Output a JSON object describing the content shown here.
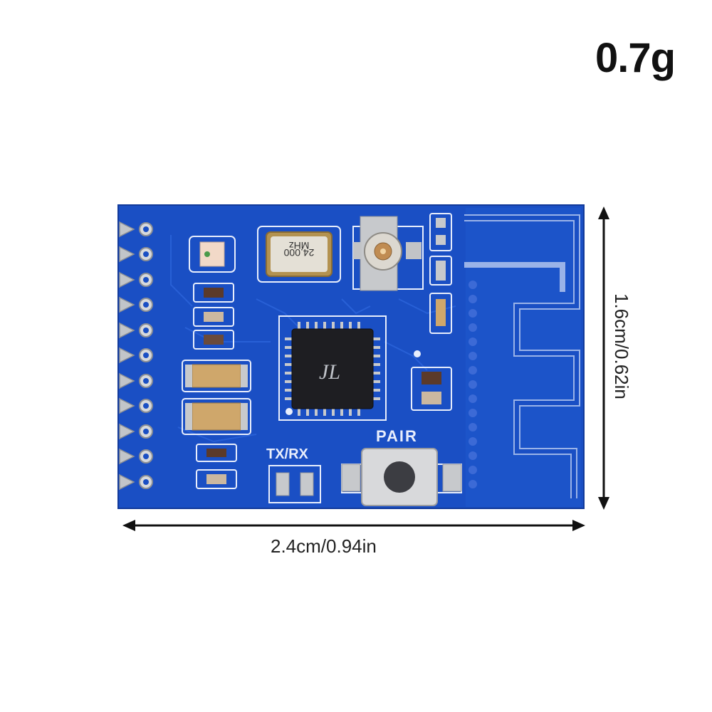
{
  "product": {
    "weight": "0.7g",
    "width_label": "2.4cm/0.94in",
    "height_label": "1.6cm/0.62in"
  },
  "board": {
    "silkscreen_pair": "PAIR",
    "silkscreen_txrx": "TX/RX",
    "crystal_freq": "24.000",
    "crystal_unit": "MHz",
    "chip_marking": "JL"
  },
  "colors": {
    "pcb_blue": "#1a4fc4",
    "pcb_edge": "#123a9a",
    "silk": "#e8eefc",
    "metal": "#c9cccf"
  }
}
